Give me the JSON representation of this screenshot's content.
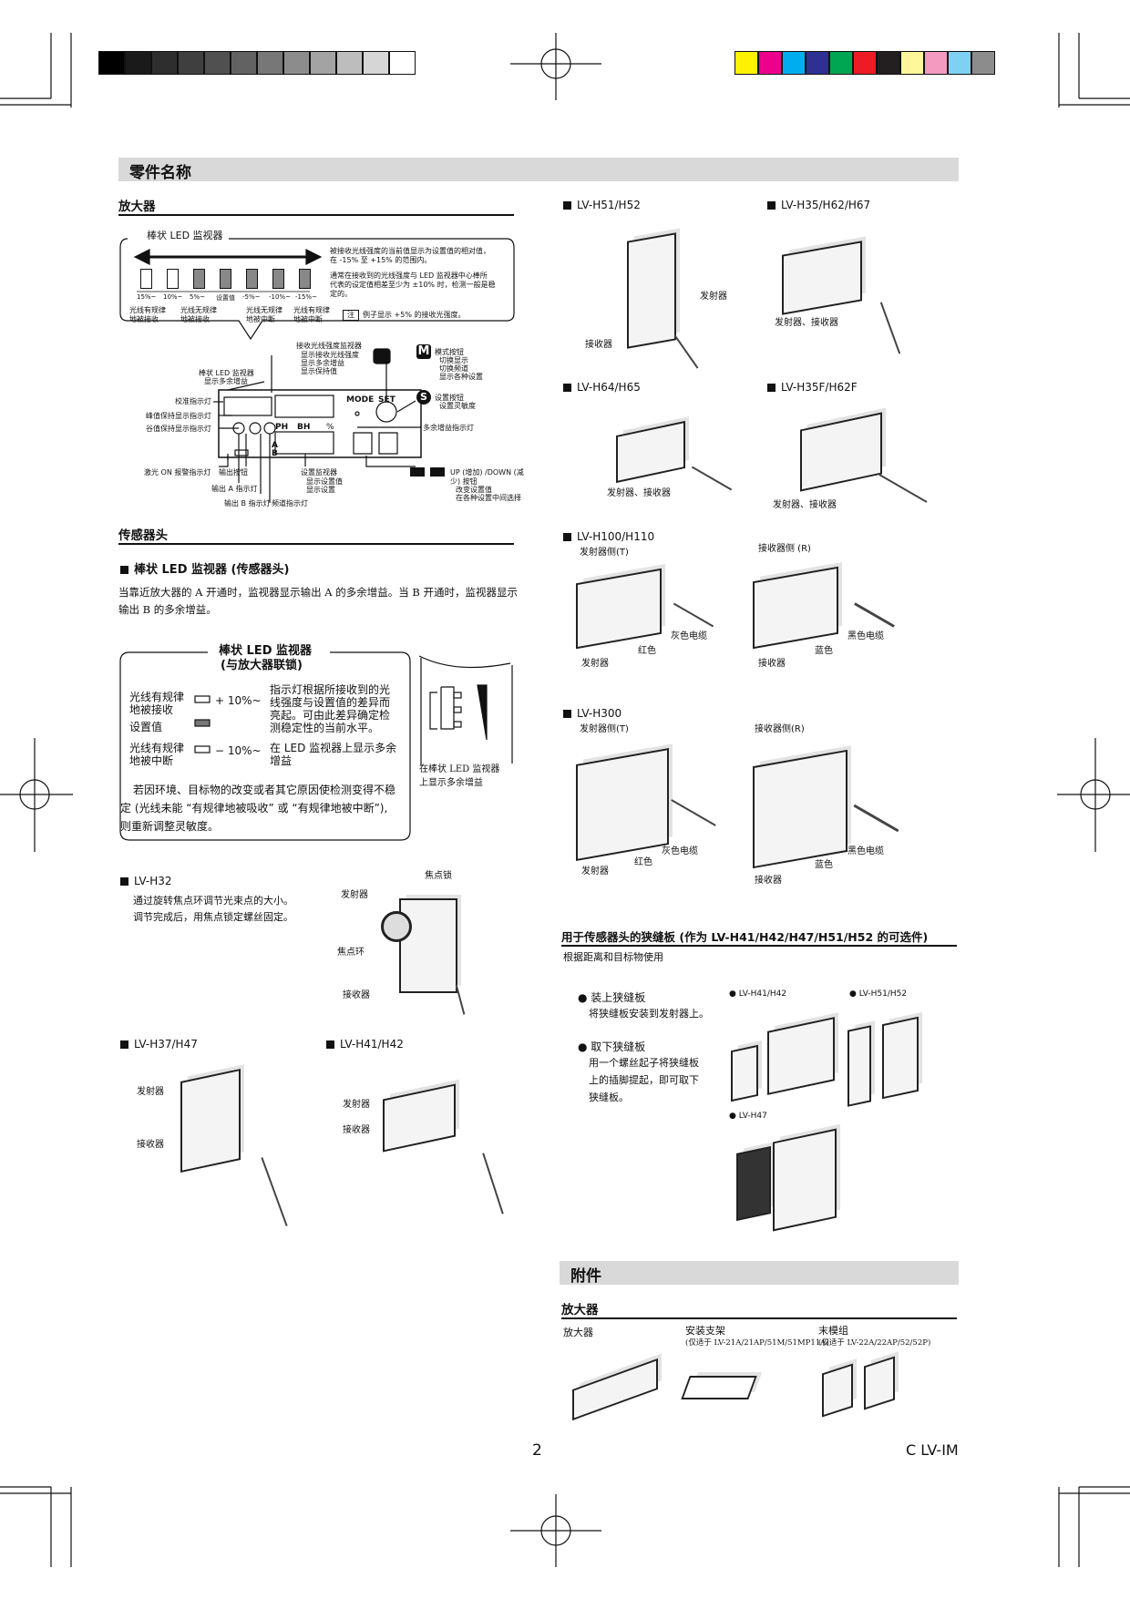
{
  "header": {
    "title": "零件名称",
    "gray_swatches": [
      "#000000",
      "#1a1a1a",
      "#2e2e2e",
      "#3f3f3f",
      "#505050",
      "#626262",
      "#777777",
      "#8c8c8c",
      "#a3a3a3",
      "#bdbdbd",
      "#d6d6d6",
      "#ffffff"
    ],
    "color_swatches": [
      "#fff200",
      "#ec008c",
      "#00aeef",
      "#2e3192",
      "#00a651",
      "#ed1c24",
      "#231f20",
      "#fff799",
      "#f49ac1",
      "#7fd1f4",
      "#8c8c8c"
    ]
  },
  "amplifier": {
    "heading": "放大器",
    "bar_monitor_title": "棒状 LED 监视器",
    "bar_desc_1": "被接收光线强度的当前值显示为设置值的相对值，",
    "bar_desc_2": "在 -15% 至 +15% 的范围内。",
    "bar_desc_3": "通常在接收到的光线强度与 LED 监视器中心棒所",
    "bar_desc_4": "代表的设定值相差至少为 ±10% 时，检测一般是稳",
    "bar_desc_5": "定的。",
    "note_label": "注",
    "note_text": "例子显示 +5% 的接收光强度。",
    "scale": [
      "15%~",
      "10%~",
      "5%~",
      "设置值",
      "-5%~",
      "-10%~",
      "-15%~"
    ],
    "lbl_recv_1": "光线有规律",
    "lbl_recv_2": "地被接收",
    "lbl_recv_3": "光线无规律",
    "lbl_recv_4": "地被接收",
    "lbl_int_1": "光线无规律",
    "lbl_int_2": "地被中断",
    "lbl_int_3": "光线有规律",
    "lbl_int_4": "地被中断",
    "panel_labels": {
      "recv_monitor": "接收光线强度监视器",
      "recv_sub_1": "显示接收光线强度",
      "recv_sub_2": "显示多余增益",
      "recv_sub_3": "显示保持值",
      "bar_led": "棒状 LED 监视器",
      "bar_led_sub": "显示多余增益",
      "calib_led": "校准指示灯",
      "peak_led": "峰值保持显示指示灯",
      "bottom_led": "谷值保持显示指示灯",
      "laser_led": "激光 ON 报警指示灯",
      "output_btn": "输出按钮",
      "out_a": "输出 A 指示灯",
      "out_b": "输出 B 指示灯",
      "freq_led": "频道指示灯",
      "set_monitor": "设置监视器",
      "set_sub_1": "显示设置值",
      "set_sub_2": "显示设置",
      "mode_btn": "模式按钮",
      "mode_sub_1": "切换显示",
      "mode_sub_2": "切换频道",
      "mode_sub_3": "显示各种设置",
      "set_btn": "设置按钮",
      "set_sub": "设置灵敏度",
      "excess_led": "多余增益指示灯",
      "updown_1": "UP (增加) /DOWN (减",
      "updown_2": "少) 按钮",
      "updown_3": "改变设置值",
      "updown_4": "在各种设置中间选择",
      "mode_key": "MODE",
      "set_key": "SET",
      "ph": "PH",
      "bh": "BH",
      "pct": "%",
      "a": "A",
      "b": "B",
      "m_badge": "M",
      "s_badge": "S"
    }
  },
  "sensor_head": {
    "heading": "传感器头",
    "subheading": "棒状 LED 监视器 (传感器头)",
    "desc_1": "当靠近放大器的 A 开通时，监视器显示输出 A 的多余增益。当 B 开通时，监视器显示",
    "desc_2": "输出 B 的多余增益。",
    "box_title_1": "棒状 LED 监视器",
    "box_title_2": "(与放大器联锁)",
    "row1_label_1": "光线有规律",
    "row1_label_2": "地被接收",
    "row1_value": "+ 10%~",
    "row2_label": "设置值",
    "row3_label_1": "光线有规律",
    "row3_label_2": "地被中断",
    "row3_value": "− 10%~",
    "right_1": "指示灯根据所接收到的光",
    "right_2": "线强度与设置值的差异而",
    "right_3": "亮起。可由此差异确定检",
    "right_4": "测稳定性的当前水平。",
    "right_5": "在 LED 监视器上显示多余",
    "right_6": "增益",
    "footer_1": "若因环境、目标物的改变或者其它原因使检测变得不稳",
    "footer_2": "定 (光线未能 “有规律地被吸收” 或 “有规律地被中断”),",
    "footer_3": "则重新调整灵敏度。",
    "side_1": "在棒状 LED 监视器",
    "side_2": "上显示多余增益"
  },
  "lvh32": {
    "model": "LV-H32",
    "desc_1": "通过旋转焦点环调节光束点的大小。",
    "desc_2": "调节完成后，用焦点锁定螺丝固定。",
    "emitter": "发射器",
    "focus_lock": "焦点锁",
    "focus_ring": "焦点环",
    "receiver": "接收器"
  },
  "lvh37": {
    "model": "LV-H37/H47",
    "emitter": "发射器",
    "receiver": "接收器"
  },
  "lvh41": {
    "model": "LV-H41/H42",
    "emitter": "发射器",
    "receiver": "接收器"
  },
  "lvh51": {
    "model": "LV-H51/H52",
    "emitter": "发射器",
    "receiver": "接收器"
  },
  "lvh35": {
    "model": "LV-H35/H62/H67",
    "both": "发射器、接收器"
  },
  "lvh64": {
    "model": "LV-H64/H65",
    "both": "发射器、接收器"
  },
  "lvh35f": {
    "model": "LV-H35F/H62F",
    "both": "发射器、接收器"
  },
  "lvh100": {
    "model": "LV-H100/H110",
    "t_side": "发射器侧(T)",
    "r_side": "接收器侧 (R)",
    "red": "红色",
    "gray_cable": "灰色电缆",
    "blue": "蓝色",
    "black_cable": "黑色电缆",
    "emitter": "发射器",
    "receiver": "接收器"
  },
  "lvh300": {
    "model": "LV-H300",
    "t_side": "发射器侧(T)",
    "r_side": "接收器侧(R)",
    "red": "红色",
    "gray_cable": "灰色电缆",
    "blue": "蓝色",
    "black_cable": "黑色电缆",
    "emitter": "发射器",
    "receiver": "接收器"
  },
  "slit": {
    "heading": "用于传感器头的狭缝板 (作为 LV-H41/H42/H47/H51/H52 的可选件)",
    "sub": "根据距离和目标物使用",
    "attach_title": "装上狭缝板",
    "attach_desc": "将狭缝板安装到发射器上。",
    "remove_title": "取下狭缝板",
    "remove_1": "用一个螺丝起子将狭缝板",
    "remove_2": "上的插脚提起，即可取下",
    "remove_3": "狭缝板。",
    "m1": "LV-H41/H42",
    "m2": "LV-H51/H52",
    "m3": "LV-H47"
  },
  "accessories": {
    "title": "附件",
    "heading": "放大器",
    "col1": "放大器",
    "col2": "安装支架",
    "col2_sub": "(仅适于 LV-21A/21AP/51M/51MP11A)",
    "col3": "末模组",
    "col3_sub": "(仅适于 LV-22A/22AP/52/52P)"
  },
  "footer": {
    "page": "2",
    "doc": "C LV-IM"
  }
}
